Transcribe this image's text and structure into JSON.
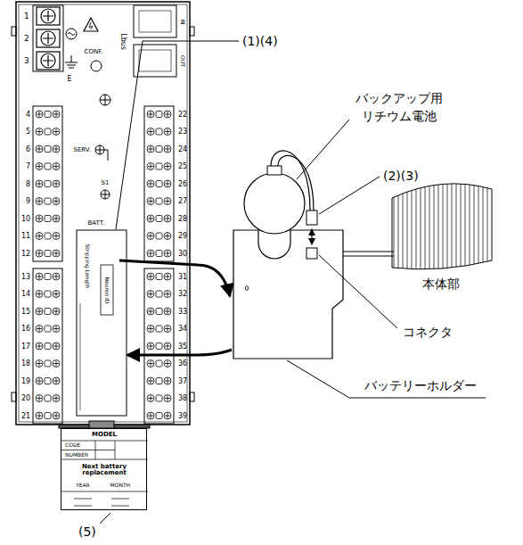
{
  "diagram": {
    "nodes": [
      {
        "text": [
          "MODEL",
          "CODE",
          "NUMBER",
          "Next battery replacement",
          "YEAR",
          "MONTH"
        ]
      }
    ],
    "labels": [
      "(1)(4)",
      "バックアップ用 リチウム電池",
      "(2)(3)",
      "本体部",
      "コネクタ",
      "(5)",
      "バッテリーホルダー",
      "1",
      "2",
      "3",
      "4",
      "5",
      "6",
      "7",
      "8",
      "9",
      "10",
      "11",
      "12",
      "13",
      "14",
      "15",
      "16",
      "17",
      "18",
      "19",
      "20",
      "21",
      "22",
      "23",
      "24",
      "25",
      "26",
      "27",
      "28",
      "29",
      "30",
      "31",
      "32",
      "33",
      "34",
      "35",
      "36",
      "37",
      "38",
      "39",
      "CONF.",
      "SERV.",
      "S1",
      "BATT.",
      "Lbus",
      "IN",
      "OUT",
      "E",
      "Stripping Length",
      "Neuron ID"
    ]
  }
}
